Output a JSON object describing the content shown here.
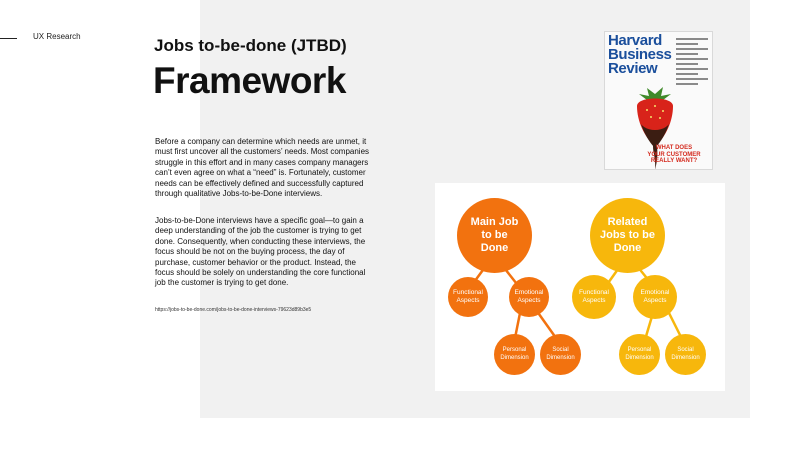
{
  "section_label": "UX Research",
  "subtitle": "Jobs to-be-done (JTBD)",
  "title": "Framework",
  "paragraphs": [
    "Before a company can determine which needs are unmet, it must first uncover all the customers’ needs. Most companies struggle in this effort and in many cases company managers can’t even agree on what a “need” is. Fortunately, customer needs can be effectively defined and successfully captured through qualitative Jobs-to-be-Done interviews.",
    "Jobs-to-be-Done interviews have a specific goal—to gain a deep understanding of the job the customer is trying to get done. Consequently, when conducting these interviews, the focus should be not on the buying process, the day of purchase, customer behavior or the product. Instead, the focus should be solely on understanding the core functional job the customer is trying to get done."
  ],
  "source_link": "https://jobs-to-be-done.com/jobs-to-be-done-interviews-79623d89b3e5",
  "magazine": {
    "title_lines": [
      "Harvard",
      "Business",
      "Review"
    ],
    "headline_lines": [
      "WHAT DOES",
      "YOUR CUSTOMER",
      "REALLY WANT?"
    ],
    "title_color": "#1b4f9c",
    "headline_color": "#d42a1e"
  },
  "diagram": {
    "colors": {
      "orange": "#f2720f",
      "yellow": "#f7b70c"
    },
    "main": {
      "label": "Main Job to be Done",
      "functional": "Functional Aspects",
      "emotional": "Emotional Aspects",
      "personal": "Personal Dimension",
      "social": "Social Dimension"
    },
    "related": {
      "label": "Related Jobs to be Done",
      "functional": "Functional Aspects",
      "emotional": "Emotional Aspects",
      "personal": "Personal Dimension",
      "social": "Social Dimension"
    }
  }
}
